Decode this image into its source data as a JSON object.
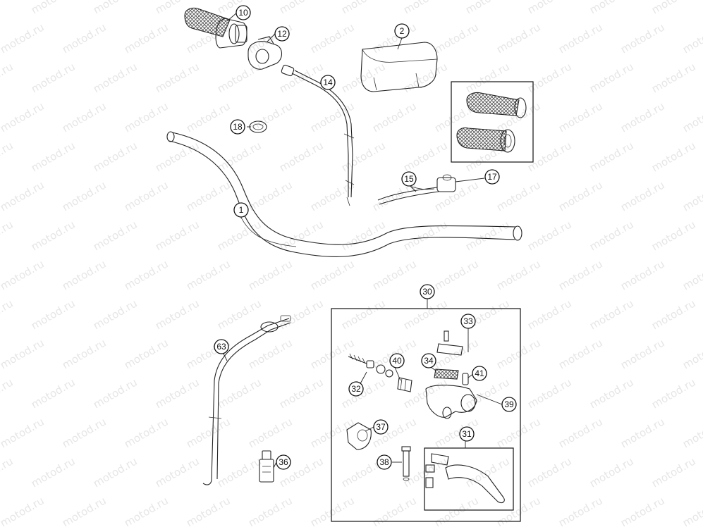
{
  "watermark": "motod.ru",
  "callouts": [
    {
      "id": "c1",
      "label": "1"
    },
    {
      "id": "c2",
      "label": "2"
    },
    {
      "id": "c10",
      "label": "10"
    },
    {
      "id": "c12",
      "label": "12"
    },
    {
      "id": "c14",
      "label": "14"
    },
    {
      "id": "c15",
      "label": "15"
    },
    {
      "id": "c17",
      "label": "17"
    },
    {
      "id": "c18",
      "label": "18"
    },
    {
      "id": "c30",
      "label": "30"
    },
    {
      "id": "c31",
      "label": "31"
    },
    {
      "id": "c32",
      "label": "32"
    },
    {
      "id": "c33",
      "label": "33"
    },
    {
      "id": "c34",
      "label": "34"
    },
    {
      "id": "c36",
      "label": "36"
    },
    {
      "id": "c37",
      "label": "37"
    },
    {
      "id": "c38",
      "label": "38"
    },
    {
      "id": "c39",
      "label": "39"
    },
    {
      "id": "c40",
      "label": "40"
    },
    {
      "id": "c41",
      "label": "41"
    },
    {
      "id": "c63",
      "label": "63"
    }
  ]
}
